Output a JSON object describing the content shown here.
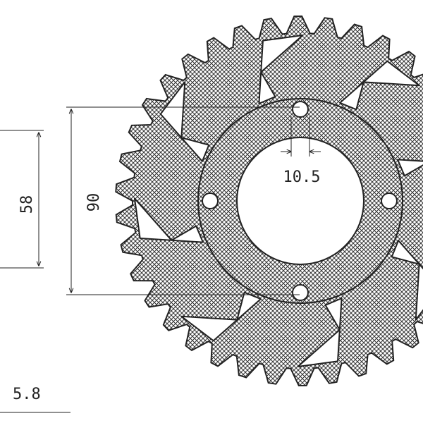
{
  "drawing": {
    "subject": "sprocket",
    "teeth": 38,
    "bolt_holes": 4,
    "line_color": "#222222",
    "fill_color": "#ffffff"
  },
  "dimensions": {
    "bolt_hole_diameter": "10.5",
    "center_bore": "58",
    "bolt_circle": "90",
    "thickness": "5.8"
  }
}
